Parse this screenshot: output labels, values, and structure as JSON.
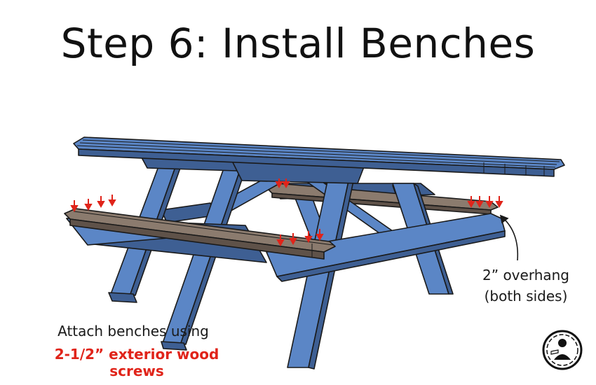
{
  "title": "Step 6: Install Benches",
  "annotations": {
    "overhang_line1": "2” overhang",
    "overhang_line2": "(both sides)",
    "attach_line": "Attach benches using",
    "screws_line": "2-1/2” exterior wood screws"
  },
  "colors": {
    "frame_blue": "#5b86c6",
    "frame_shadow": "#3e5f93",
    "bench_brown": "#8b7b6e",
    "bench_dark": "#5f5249",
    "screw_arrow": "#e0241a",
    "outline": "#1a1a1a"
  },
  "icons": {
    "screw_marker": "down-arrow-icon",
    "logo": "woodworker-logo-icon"
  }
}
